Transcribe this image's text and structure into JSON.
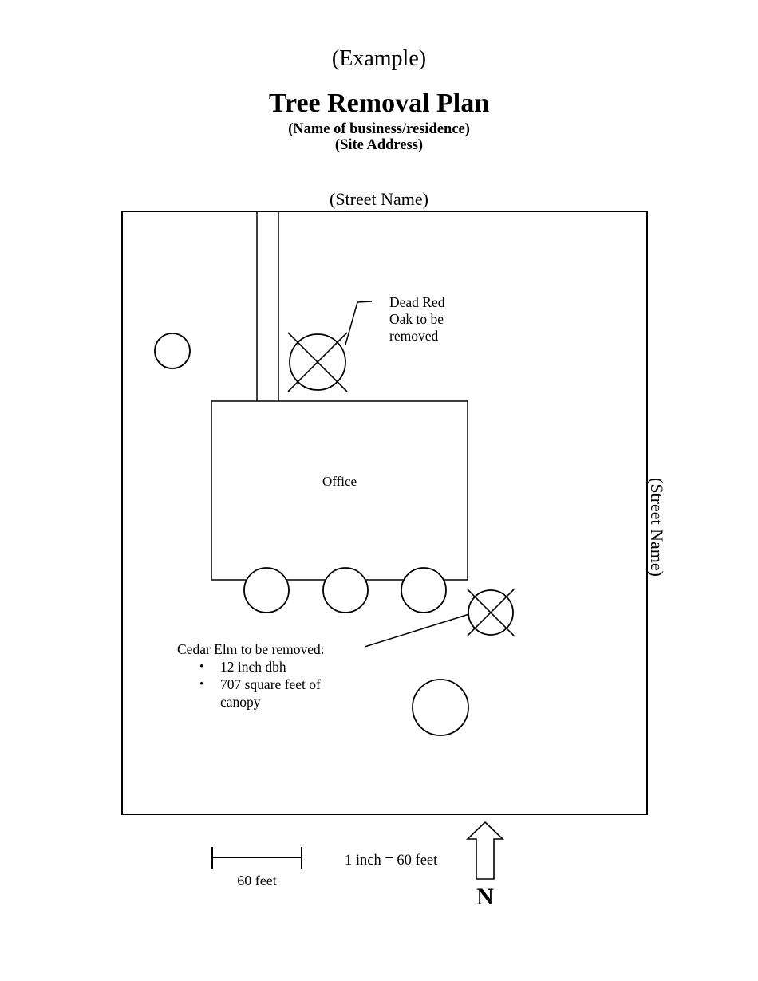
{
  "colors": {
    "line": "#000000",
    "background": "#ffffff",
    "text": "#000000"
  },
  "header": {
    "example_label": "(Example)",
    "title": "Tree Removal Plan",
    "business_placeholder": "(Name of business/residence)",
    "address_placeholder": "(Site Address)"
  },
  "site_plan": {
    "street_name_top": "(Street Name)",
    "street_name_right": "(Street Name)",
    "building_label": "Office",
    "dead_oak_callout": {
      "line1": "Dead Red",
      "line2": "Oak to be",
      "line3": "removed"
    },
    "cedar_elm_callout": {
      "heading": "Cedar Elm to be removed:",
      "bullet_glyph": "•",
      "bullet1": "12 inch dbh",
      "bullet2": "707 square feet of canopy"
    }
  },
  "legend": {
    "scale_bar_label": "60 feet",
    "scale_statement": "1 inch = 60 feet",
    "north_arrow_label": "N"
  }
}
